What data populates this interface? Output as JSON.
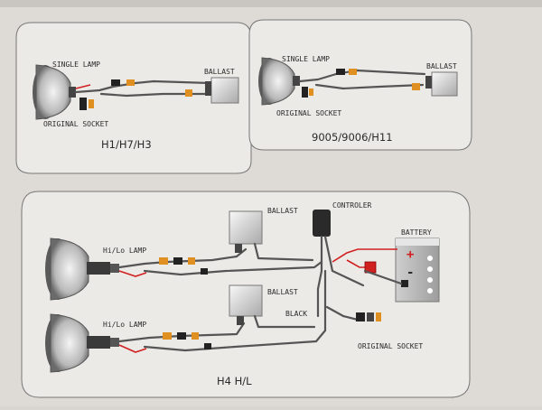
{
  "diagram": {
    "panels": [
      {
        "id": "h1",
        "lamp_label": "SINGLE LAMP",
        "socket_label": "ORIGINAL SOCKET",
        "ballast_label": "BALLAST",
        "title": "H1/H7/H3"
      },
      {
        "id": "9005",
        "lamp_label": "SINGLE LAMP",
        "socket_label": "ORIGINAL SOCKET",
        "ballast_label": "BALLAST",
        "title": "9005/9006/H11"
      },
      {
        "id": "h4",
        "lamp1_label": "Hi/Lo LAMP",
        "lamp2_label": "Hi/Lo LAMP",
        "ballast1_label": "BALLAST",
        "ballast2_label": "BALLAST",
        "controller_label": "CONTROLER",
        "battery_label": "BATTERY",
        "black_label": "BLACK",
        "socket_label": "ORIGINAL SOCKET",
        "title": "H4 H/L",
        "battery_plus": "+",
        "battery_minus": "-"
      }
    ],
    "colors": {
      "wire": "#555555",
      "positive": "#d02020",
      "connector": "#e09020",
      "background": "#eceae7"
    }
  }
}
